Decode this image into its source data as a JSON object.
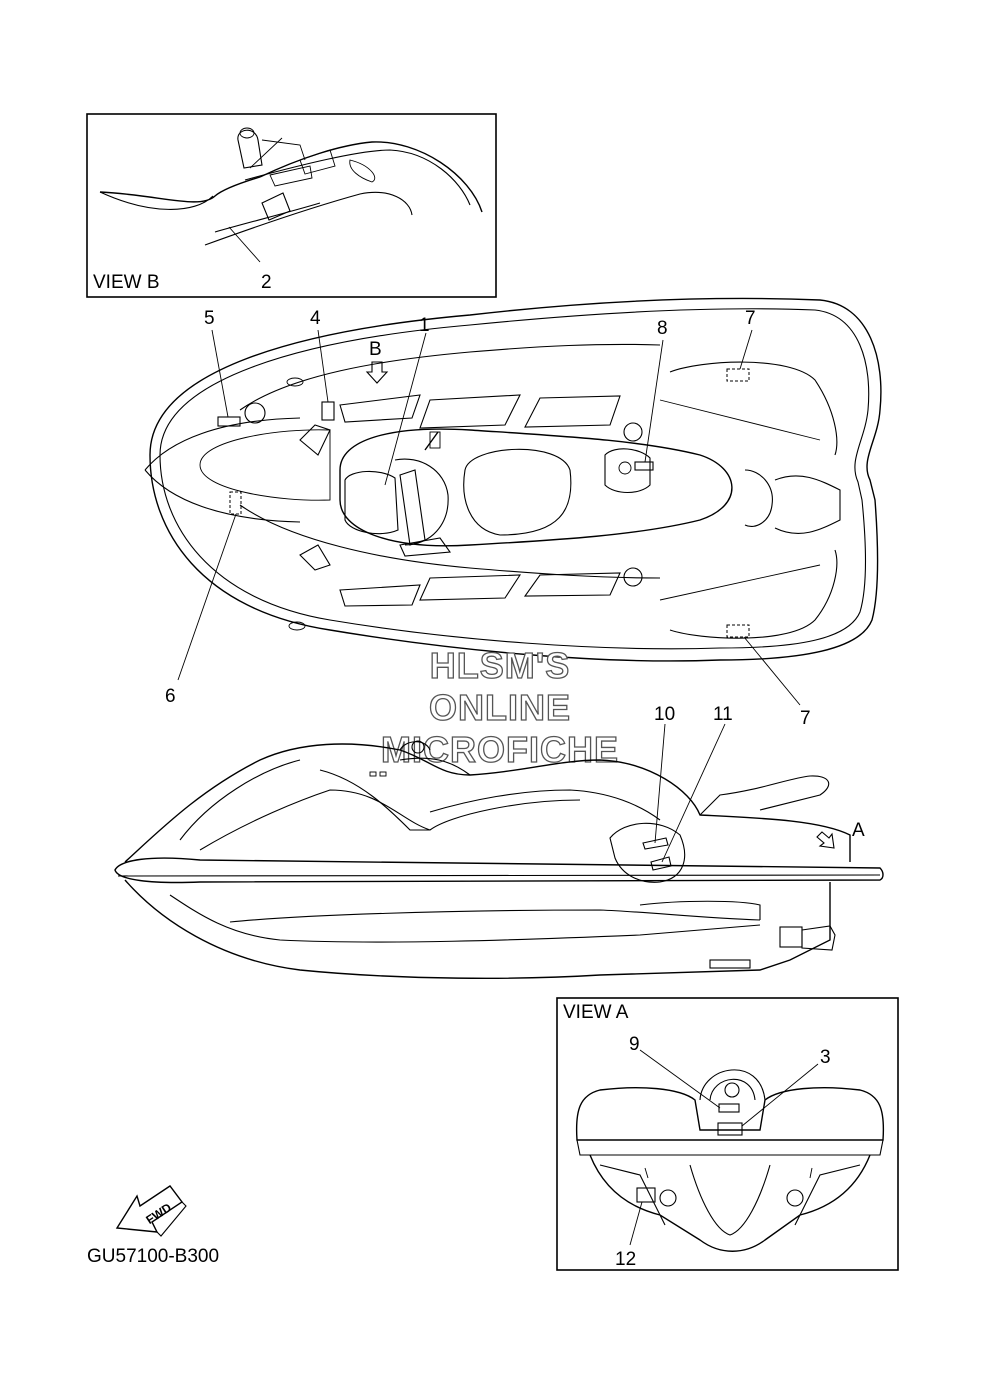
{
  "view_b": {
    "title": "VIEW B",
    "callouts": [
      "2"
    ]
  },
  "view_a": {
    "title": "VIEW A",
    "callouts": [
      "9",
      "3",
      "12"
    ]
  },
  "top_view": {
    "view_arrow": "B",
    "callouts": [
      "5",
      "4",
      "1",
      "8",
      "7",
      "6",
      "7"
    ]
  },
  "side_view": {
    "view_arrow": "A",
    "callouts": [
      "10",
      "11"
    ]
  },
  "watermark": {
    "line1": "HLSM'S",
    "line2": "ONLINE",
    "line3": "MICROFICHE"
  },
  "fwd_label": "FWD",
  "part_code": "GU57100-B300"
}
